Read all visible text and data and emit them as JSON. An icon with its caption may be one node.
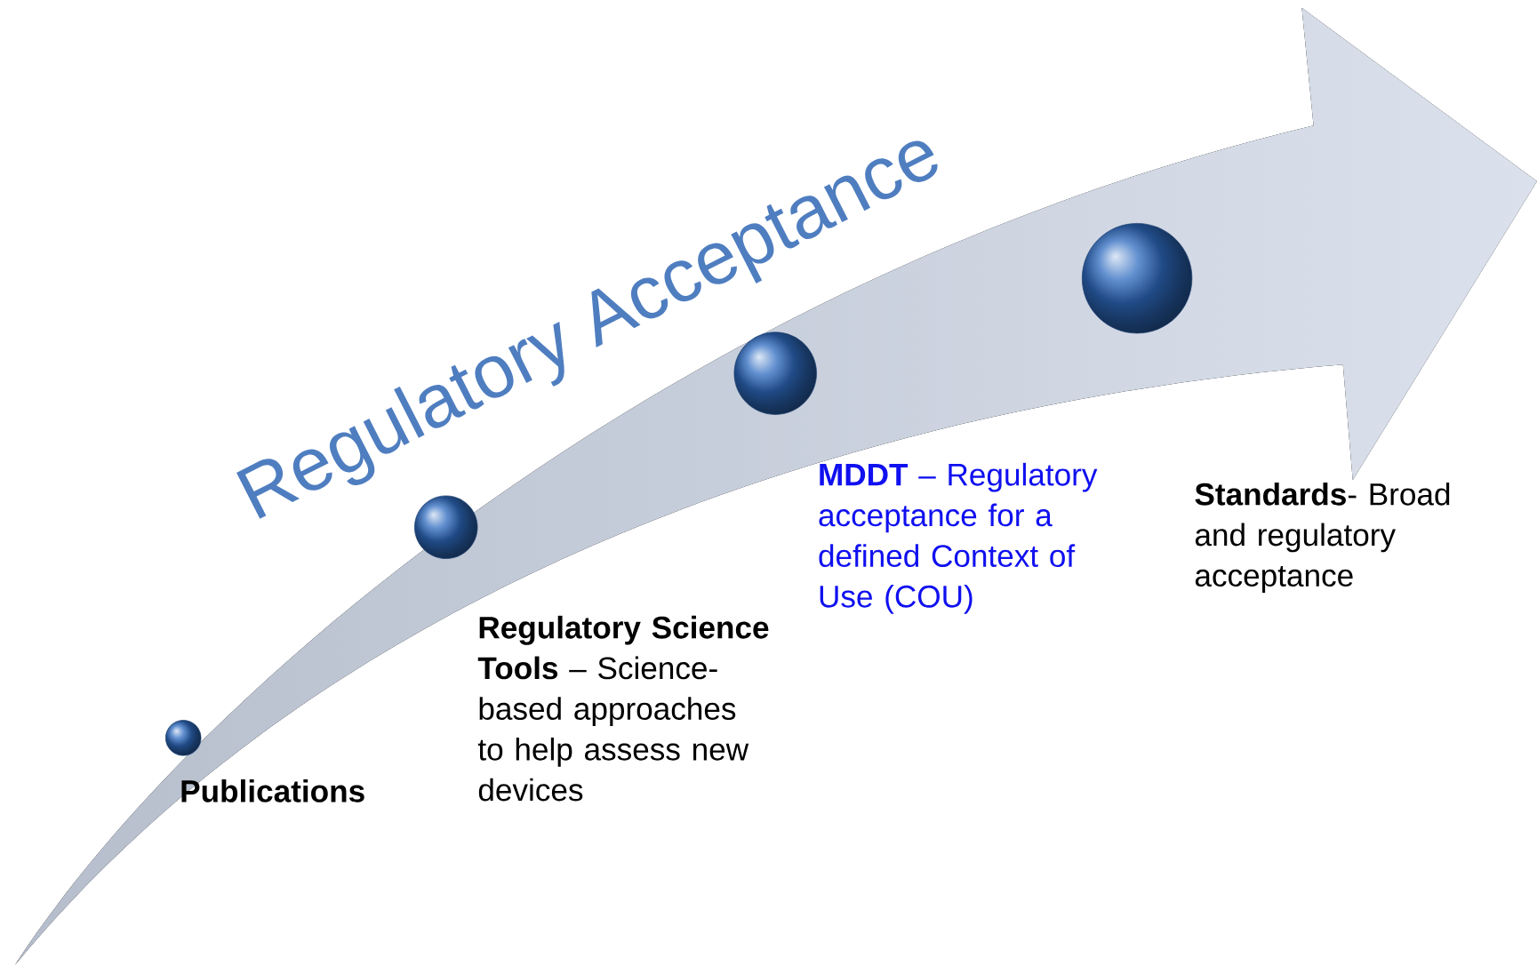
{
  "diagram": {
    "title": "Regulatory Acceptance",
    "nodes": [
      {
        "text": [],
        "shape": "circle"
      },
      {
        "text": [],
        "shape": "circle"
      },
      {
        "text": [],
        "shape": "circle"
      },
      {
        "text": [],
        "shape": "circle"
      }
    ],
    "labels": [
      "**MDDT** – Regulatory acceptance for a defined Context of Use (COU)",
      "**Standards**- Broad and regulatory acceptance",
      "**Regulatory Science Tools** – Science-based approaches to help assess new devices",
      "Publications"
    ]
  }
}
